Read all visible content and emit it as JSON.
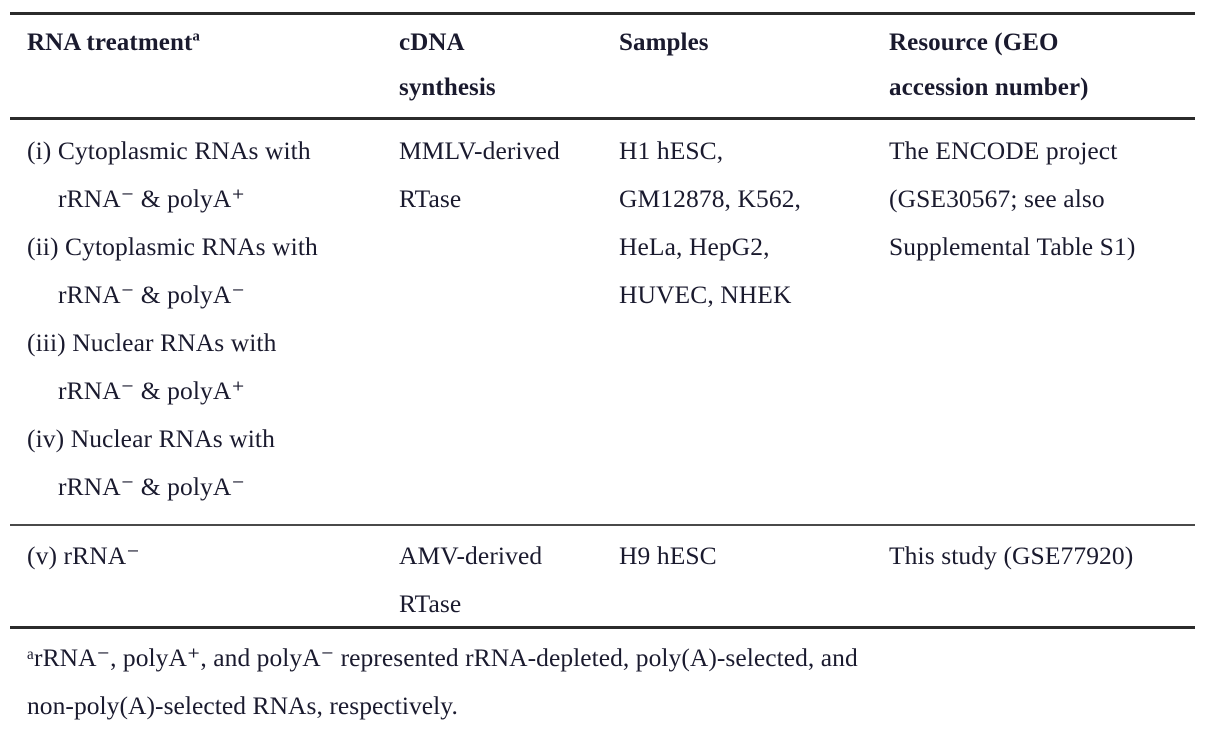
{
  "table": {
    "headers": [
      {
        "line1": "",
        "line2": "RNA treatment",
        "superscript": "a"
      },
      {
        "line1": "cDNA",
        "line2": "synthesis",
        "superscript": ""
      },
      {
        "line1": "",
        "line2": "Samples",
        "superscript": ""
      },
      {
        "line1": "Resource (GEO",
        "line2": "accession number)",
        "superscript": ""
      }
    ],
    "rows": [
      {
        "treatment_lines": [
          {
            "text": "(i) Cytoplasmic RNAs with",
            "indent": false
          },
          {
            "text": "rRNA⁻ & polyA⁺",
            "indent": true
          },
          {
            "text": "(ii) Cytoplasmic RNAs with",
            "indent": false
          },
          {
            "text": "rRNA⁻ & polyA⁻",
            "indent": true
          },
          {
            "text": "(iii) Nuclear RNAs with",
            "indent": false
          },
          {
            "text": "rRNA⁻ & polyA⁺",
            "indent": true
          },
          {
            "text": "(iv) Nuclear RNAs with",
            "indent": false
          },
          {
            "text": "rRNA⁻ & polyA⁻",
            "indent": true
          }
        ],
        "cdna_lines": [
          "MMLV-derived",
          "RTase"
        ],
        "samples_lines": [
          "H1 hESC,",
          "GM12878, K562,",
          "HeLa, HepG2,",
          "HUVEC, NHEK"
        ],
        "resource_lines": [
          "The ENCODE project",
          "(GSE30567; see also",
          "Supplemental Table S1)"
        ]
      },
      {
        "treatment_lines": [
          {
            "text": "(v) rRNA⁻",
            "indent": false
          }
        ],
        "cdna_lines": [
          "AMV-derived",
          "RTase"
        ],
        "samples_lines": [
          "H9 hESC"
        ],
        "resource_lines": [
          "This study (GSE77920)"
        ]
      }
    ],
    "footnote_lines": [
      "ᵃrRNA⁻, polyA⁺, and polyA⁻ represented rRNA-depleted, poly(A)-selected, and",
      "non-poly(A)-selected RNAs, respectively."
    ],
    "colors": {
      "text": "#1a1a2e",
      "rule": "#2b2b2b",
      "rule_light": "#4a4a4a",
      "background": "#ffffff"
    }
  }
}
